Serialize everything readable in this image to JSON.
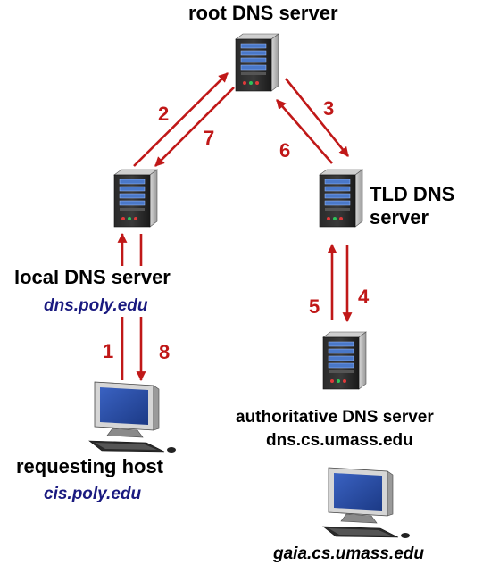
{
  "servers": {
    "root": {
      "label": "root DNS server"
    },
    "tld": {
      "label_line1": "TLD DNS",
      "label_line2": "server"
    },
    "local": {
      "label": "local DNS server",
      "hostname": "dns.poly.edu"
    },
    "authoritative": {
      "label": "authoritative DNS server",
      "hostname": "dns.cs.umass.edu"
    }
  },
  "hosts": {
    "requesting": {
      "label": "requesting host",
      "hostname": "cis.poly.edu"
    },
    "target": {
      "hostname": "gaia.cs.umass.edu"
    }
  },
  "steps": [
    "1",
    "2",
    "3",
    "4",
    "5",
    "6",
    "7",
    "8"
  ],
  "colors": {
    "arrow": "#c01818",
    "hostname": "#1a1a80",
    "server_body": "#1e1e1e",
    "server_bay": "#4a78c8",
    "monitor_screen": "#2c4fa8"
  },
  "icons": {
    "server": "server-tower-icon",
    "host": "desktop-computer-icon"
  }
}
